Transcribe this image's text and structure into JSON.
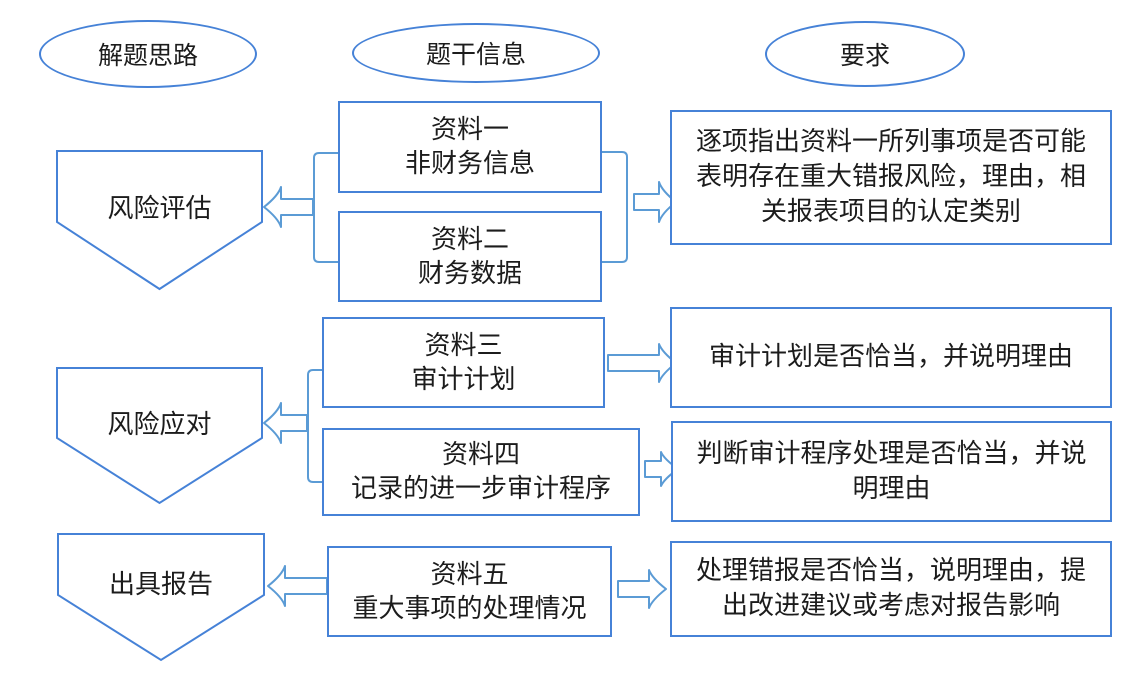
{
  "headers": {
    "approach": "解题思路",
    "stem": "题干信息",
    "requirement": "要求"
  },
  "stages": {
    "risk_assessment": "风险评估",
    "risk_response": "风险应对",
    "reporting": "出具报告"
  },
  "materials": {
    "m1": {
      "title": "资料一",
      "subtitle": "非财务信息"
    },
    "m2": {
      "title": "资料二",
      "subtitle": "财务数据"
    },
    "m3": {
      "title": "资料三",
      "subtitle": "审计计划"
    },
    "m4": {
      "title": "资料四",
      "subtitle": "记录的进一步审计程序"
    },
    "m5": {
      "title": "资料五",
      "subtitle": "重大事项的处理情况"
    }
  },
  "requirements": {
    "r1": "逐项指出资料一所列事项是否可能表明存在重大错报风险，理由，相关报表项目的认定类别",
    "r2": "审计计划是否恰当，并说明理由",
    "r3": "判断审计程序处理是否恰当，并说明理由",
    "r4": "处理错报是否恰当，说明理由，提出改进建议或考虑对报告影响"
  },
  "colors": {
    "node_border": "#4682d7",
    "connector": "#5b9bd5",
    "text": "#1c1c1c",
    "background": "#ffffff"
  }
}
